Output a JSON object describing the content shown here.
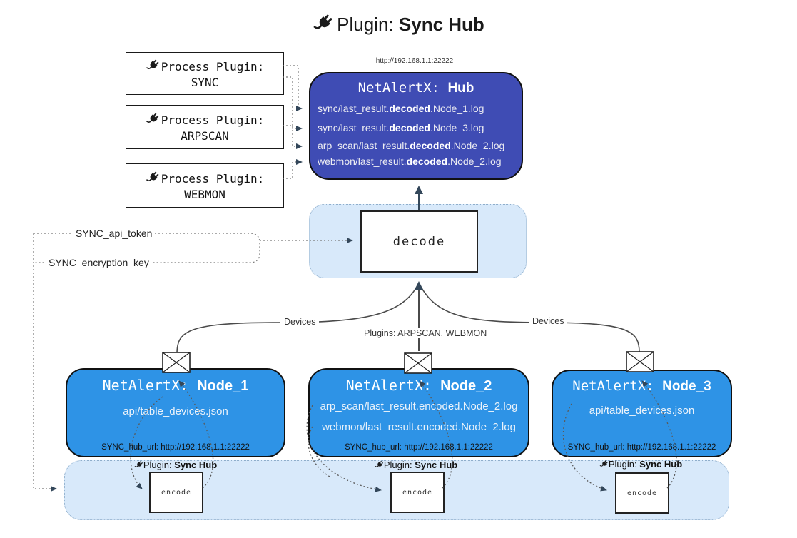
{
  "title": {
    "prefix": "Plugin: ",
    "bold": "Sync Hub"
  },
  "colors": {
    "hub_bg": "#3F4CB4",
    "node_bg": "#2E93E6",
    "band_bg": "#D8E9FA",
    "band_border": "#8FAECB",
    "arrow": "#33475A",
    "dotted": "#777777",
    "text_light": "#EDEDF2"
  },
  "icons": {
    "plug": "plug-icon",
    "envelope": "envelope-icon"
  },
  "process_plugins": [
    {
      "line1": "Process Plugin:",
      "line2": "SYNC"
    },
    {
      "line1": "Process Plugin:",
      "line2": "ARPSCAN"
    },
    {
      "line1": "Process Plugin:",
      "line2": "WEBMON"
    }
  ],
  "hub": {
    "url": "http://192.168.1.1:22222",
    "title_prefix": "NetAlertX: ",
    "title_bold": "Hub",
    "lines": [
      {
        "pre": "sync/last_result.",
        "bold": "decoded",
        "post": ".Node_1.log"
      },
      {
        "pre": "sync/last_result.",
        "bold": "decoded",
        "post": ".Node_3.log"
      },
      {
        "pre": "arp_scan/last_result.",
        "bold": "decoded",
        "post": ".Node_2.log"
      },
      {
        "pre": "webmon/last_result.",
        "bold": "decoded",
        "post": ".Node_2.log"
      }
    ]
  },
  "decode": {
    "label": "decode"
  },
  "keys": {
    "api_token": "SYNC_api_token",
    "encryption_key": "SYNC_encryption_key"
  },
  "edge_labels": {
    "devices_left": "Devices",
    "plugins_center": "Plugins: ARPSCAN, WEBMON",
    "devices_right": "Devices"
  },
  "nodes": [
    {
      "title_prefix": "NetAlertX: ",
      "title_bold": "Node_1",
      "lines": [
        "api/table_devices.json"
      ],
      "hub_url": "SYNC_hub_url: http://192.168.1.1:22222"
    },
    {
      "title_prefix": "NetAlertX: ",
      "title_bold": "Node_2",
      "lines": [
        "arp_scan/last_result.encoded.Node_2.log",
        "webmon/last_result.encoded.Node_2.log"
      ],
      "hub_url": "SYNC_hub_url: http://192.168.1.1:22222"
    },
    {
      "title_prefix": "NetAlertX: ",
      "title_bold": "Node_3",
      "lines": [
        "api/table_devices.json"
      ],
      "hub_url": "SYNC_hub_url: http://192.168.1.1:22222"
    }
  ],
  "encoders": [
    {
      "label_prefix": "Plugin: ",
      "label_bold": "Sync Hub",
      "box": "encode"
    },
    {
      "label_prefix": "Plugin: ",
      "label_bold": "Sync Hub",
      "box": "encode"
    },
    {
      "label_prefix": "Plugin: ",
      "label_bold": "Sync Hub",
      "box": "encode"
    }
  ]
}
